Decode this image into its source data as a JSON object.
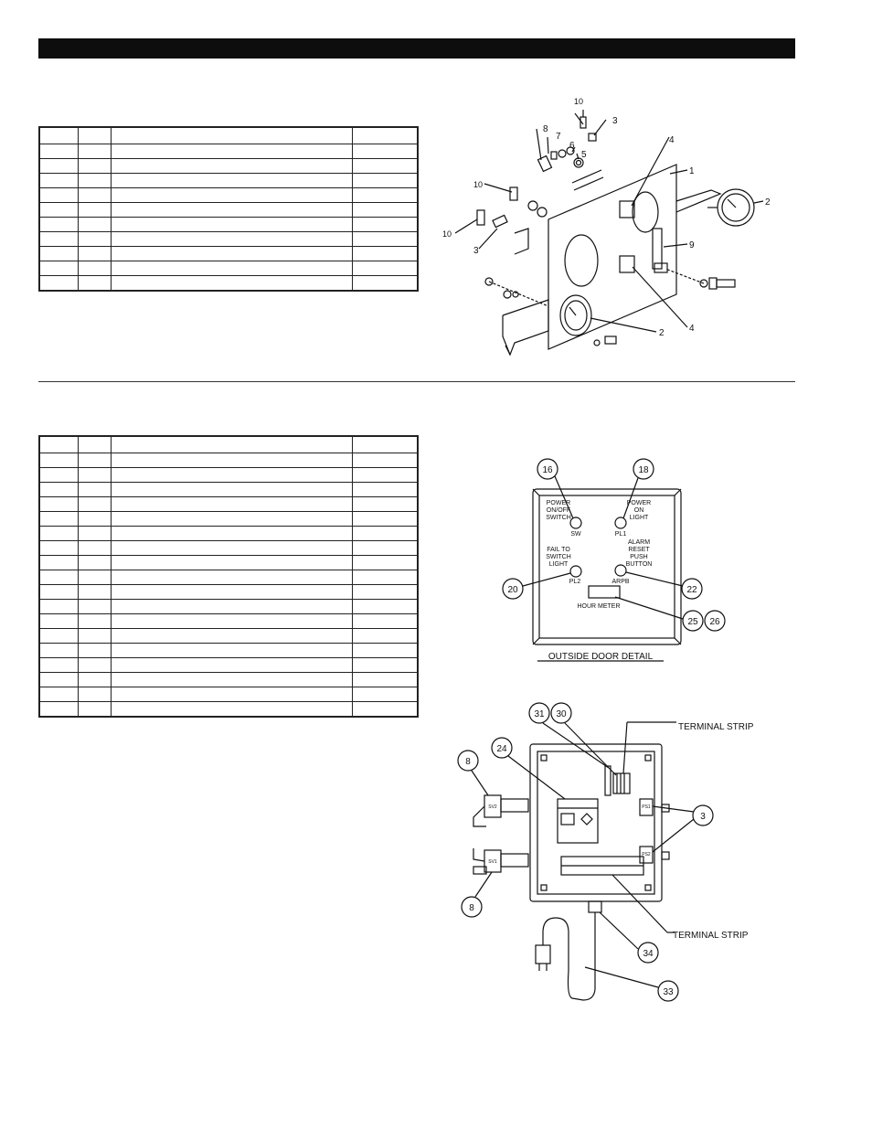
{
  "page": {
    "header_bar": ""
  },
  "table_top": {
    "rows": 10
  },
  "table_bottom": {
    "rows": 18
  },
  "diagram_manifold": {
    "callouts": [
      "10",
      "8",
      "7",
      "3",
      "6",
      "5",
      "4",
      "1",
      "10",
      "10",
      "3",
      "2",
      "9",
      "2",
      "4"
    ]
  },
  "diagram_door": {
    "callouts": [
      "16",
      "18",
      "20",
      "22",
      "25",
      "26"
    ],
    "labels": {
      "power_switch": [
        "POWER",
        "ON/OFF",
        "SWITCH"
      ],
      "sw": "SW",
      "power_light": [
        "POWER",
        "ON",
        "LIGHT"
      ],
      "pl1": "PL1",
      "fail_light": [
        "FAIL TO",
        "SWITCH",
        "LIGHT"
      ],
      "pl2": "PL2",
      "alarm_button": [
        "ALARM",
        "RESET",
        "PUSH",
        "BUTTON"
      ],
      "arpb": "ARPB",
      "hour_meter": "HOUR METER",
      "caption": "OUTSIDE DOOR DETAIL"
    }
  },
  "diagram_inside": {
    "callouts": [
      "31",
      "30",
      "24",
      "8",
      "3",
      "8",
      "34",
      "33"
    ],
    "labels": {
      "terminal_strip_top": "TERMINAL STRIP",
      "terminal_strip_bottom": "TERMINAL STRIP",
      "sv2": "SV2",
      "sv1": "SV1",
      "ps1": "PS1",
      "ps2": "PS2"
    }
  }
}
